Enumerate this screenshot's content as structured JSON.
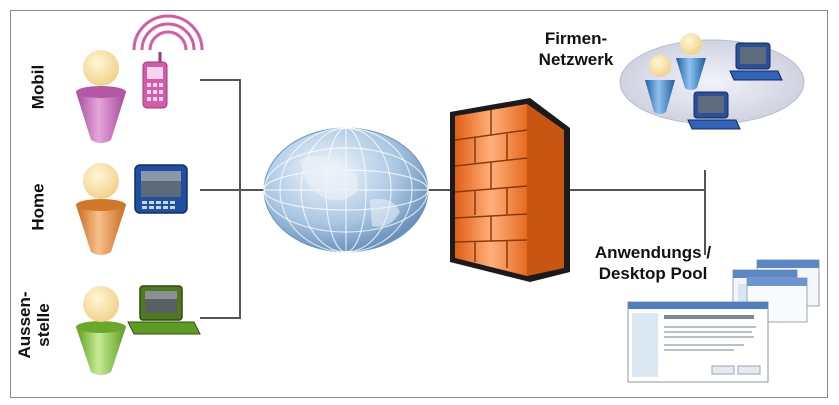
{
  "labels": {
    "mobil": "Mobil",
    "home": "Home",
    "aussenstelle_line1": "Aussen-",
    "aussenstelle_line2": "stelle",
    "firmen_line1": "Firmen-",
    "firmen_line2": "Netzwerk",
    "pool_line1": "Anwendungs /",
    "pool_line2": "Desktop Pool"
  },
  "colors": {
    "mobil_person": "#c86bb8",
    "home_person": "#e08a3a",
    "aussenstelle_person": "#7fbf3f",
    "phone": "#d55aa8",
    "firewall": "#f07a2e",
    "globe": "#8fb6da",
    "company_person": "#3d86c8",
    "connector": "#555555"
  },
  "icons": [
    "mobile-phone-icon",
    "tablet-icon",
    "laptop-icon",
    "globe-icon",
    "firewall-icon",
    "desktop-icon",
    "window-screenshot-icon"
  ]
}
